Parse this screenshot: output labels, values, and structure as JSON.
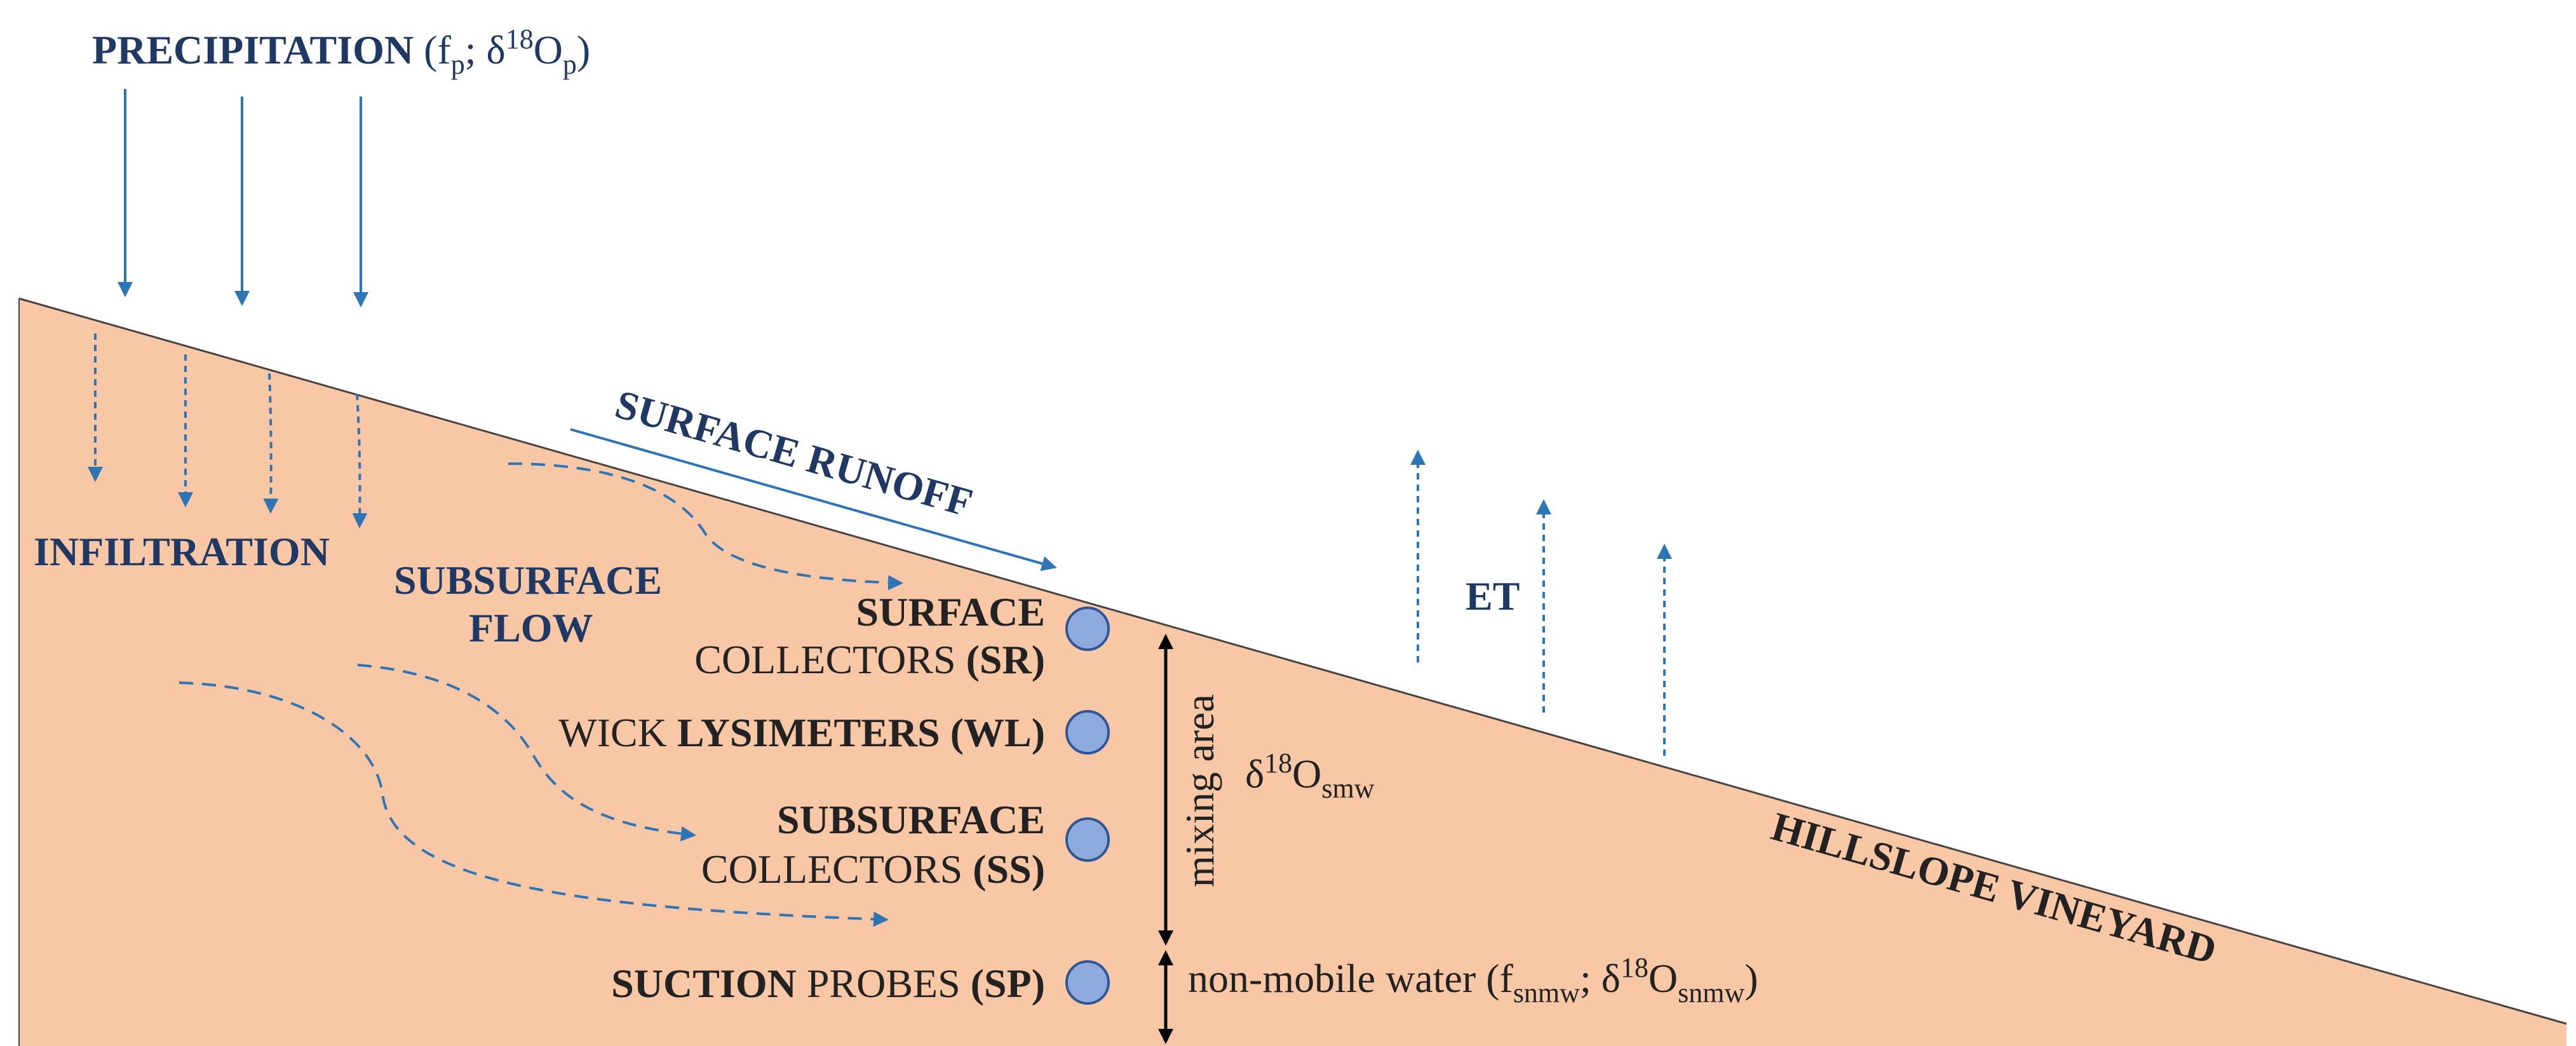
{
  "colors": {
    "soil": "#f8c7a5",
    "soil_edge": "#444444",
    "arrow_blue": "#2e75b6",
    "label_navy": "#1f3864",
    "collector_fill": "#8faadc",
    "collector_stroke": "#2f5597",
    "text_dark": "#222222"
  },
  "labels": {
    "precipitation": "PRECIPITATION",
    "precip_open": " (f",
    "precip_sub1": "p",
    "precip_mid": "; δ",
    "precip_sup": "18",
    "precip_o": "O",
    "precip_sub2": "p",
    "precip_close": ")",
    "infiltration": "INFILTRATION",
    "subsurface_flow_1": "SUBSURFACE",
    "subsurface_flow_2": "FLOW",
    "surface_runoff": "SURFACE RUNOFF",
    "et": "ET",
    "hillslope": "HILLSLOPE VINEYARD",
    "mixing_area": "mixing area",
    "smw_delta": "δ",
    "smw_sup": "18",
    "smw_o": "O",
    "smw_sub": "smw",
    "nonmobile_text": "non-mobile water (f",
    "nonmobile_sub1": "snmw",
    "nonmobile_mid": "; δ",
    "nonmobile_sup": "18",
    "nonmobile_o": "O",
    "nonmobile_sub2": "snmw",
    "nonmobile_close": ")"
  },
  "collectors": [
    {
      "bold1": "SURFACE",
      "line2_reg": "COLLECTORS ",
      "line2_bold": "(SR)"
    },
    {
      "reg": "WICK ",
      "bold": "LYSIMETERS (WL)"
    },
    {
      "bold1": "SUBSURFACE",
      "line2_reg": "COLLECTORS ",
      "line2_bold": "(SS)"
    },
    {
      "bold": "SUCTION",
      "reg": " PROBES ",
      "bold2": "(SP)"
    }
  ]
}
